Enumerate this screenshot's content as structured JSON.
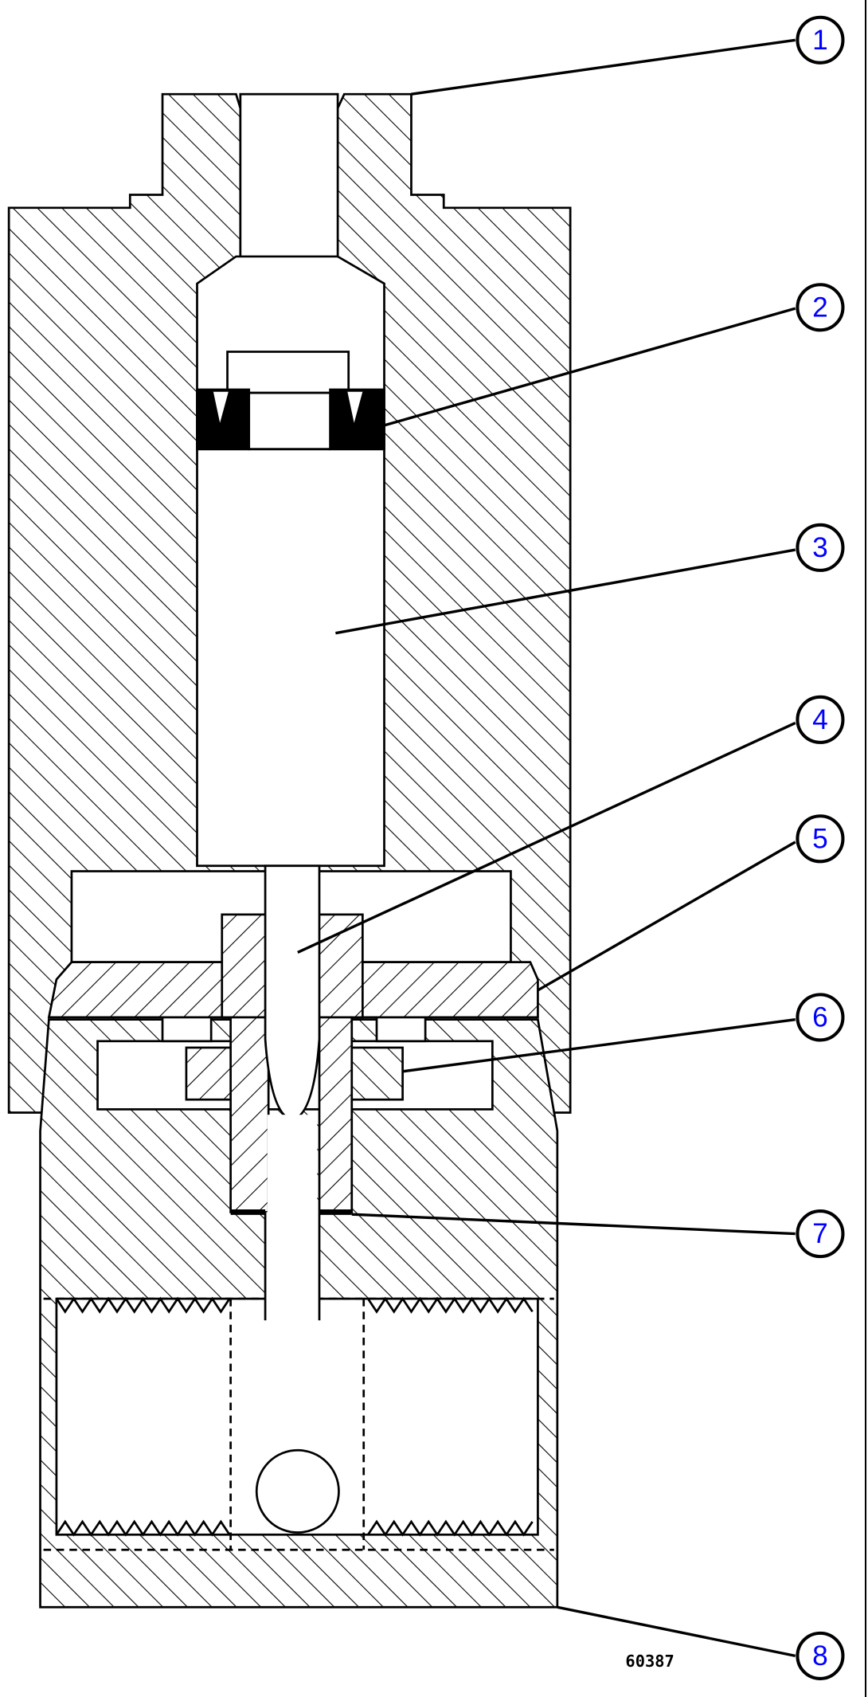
{
  "figure_id": "60387",
  "callouts": [
    "1",
    "2",
    "3",
    "4",
    "5",
    "6",
    "7",
    "8"
  ],
  "colors": {
    "callout_text": "#0000ff",
    "line": "#000000",
    "background": "#ffffff"
  }
}
